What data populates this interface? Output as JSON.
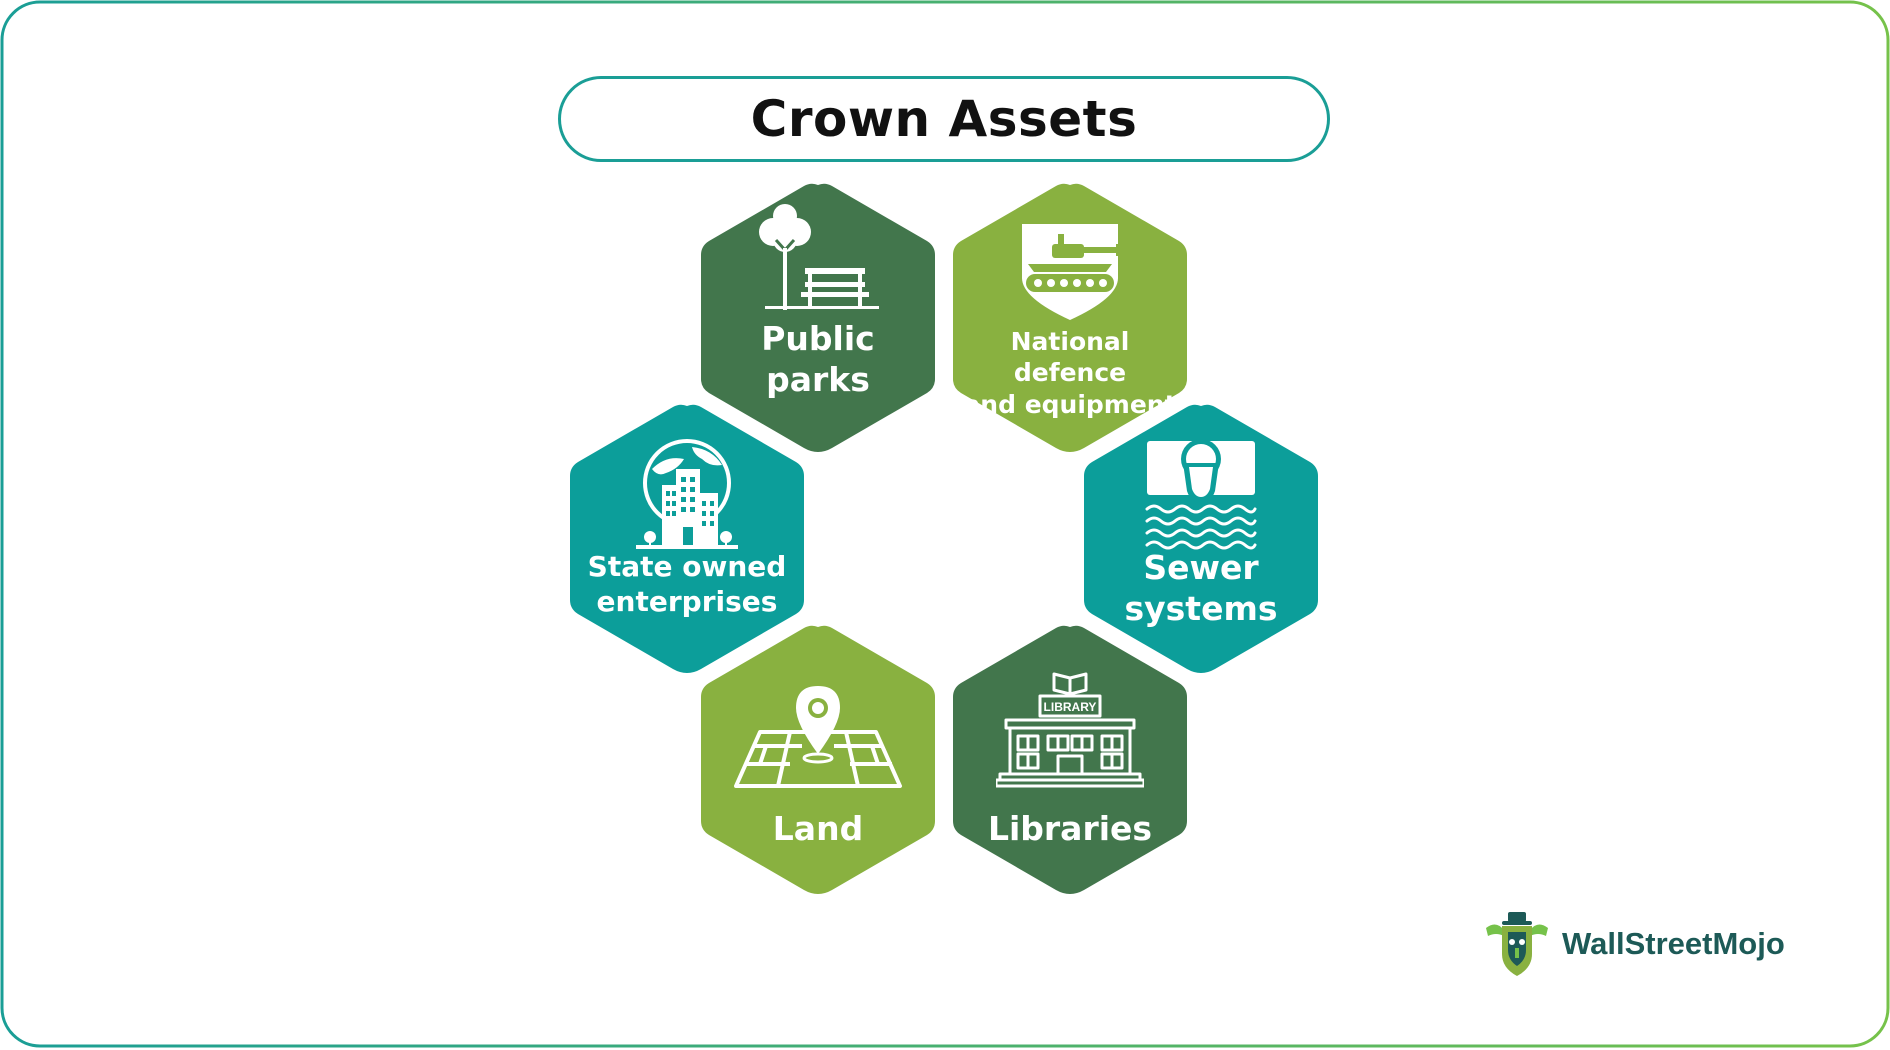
{
  "title": "Crown Assets",
  "colors": {
    "dark_green": "#42764c",
    "light_green": "#89b140",
    "teal": "#0c9e9a",
    "frame_start": "#1a9e96",
    "frame_end": "#76c24a",
    "brand_text": "#1d5a57"
  },
  "assets": [
    {
      "id": "public-parks",
      "line1": "Public",
      "line2": "parks",
      "color": "dark_green",
      "icon": "park-bench-tree-icon"
    },
    {
      "id": "national-defence",
      "line1": "National defence",
      "line2": "and equipment",
      "color": "light_green",
      "icon": "military-tank-shield-icon"
    },
    {
      "id": "state-owned",
      "line1": "State owned",
      "line2": "enterprises",
      "color": "teal",
      "icon": "city-globe-buildings-icon"
    },
    {
      "id": "sewer",
      "line1": "Sewer",
      "line2": "systems",
      "color": "teal",
      "icon": "sewer-pipe-water-icon"
    },
    {
      "id": "land",
      "line1": "Land",
      "line2": "",
      "color": "light_green",
      "icon": "map-location-pin-icon"
    },
    {
      "id": "libraries",
      "line1": "Libraries",
      "line2": "",
      "color": "dark_green",
      "icon": "library-building-icon",
      "sign": "LIBRARY"
    }
  ],
  "brand": {
    "name": "WallStreetMojo",
    "icon": "wallstreetmojo-logo-icon"
  }
}
